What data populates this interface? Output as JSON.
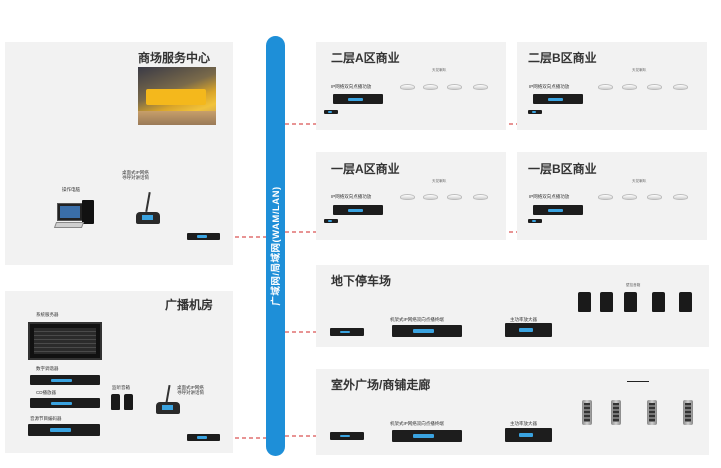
{
  "backbone": {
    "label": "广域网/局域网(WAM/LAN)",
    "color": "#1e8fd8"
  },
  "colors": {
    "pink": "#e0296e",
    "red_dash": "#d12a2a",
    "cyan": "#4aaee0",
    "green": "#2aa84f"
  },
  "service_center": {
    "title": "商场服务中心",
    "office_pc_label": "操作电脑",
    "desktop_terminal_label": "桌面式IP网络\n寻呼对讲话筒"
  },
  "broadcast_room": {
    "title": "广播机房",
    "server_label": "系统服务器",
    "tuner_label": "数字调谐器",
    "cd_label": "CD播放器",
    "audio_label": "音源节目编码器",
    "monitor_label": "监听音箱",
    "desktop_terminal_label": "桌面式IP网络\n寻呼对讲话筒"
  },
  "zones": [
    {
      "title": "二层A区商业",
      "device_label": "IP网络双向点播功放",
      "speaker_label": "天花喇叭"
    },
    {
      "title": "二层B区商业",
      "device_label": "IP网络双向点播功放",
      "speaker_label": "天花喇叭"
    },
    {
      "title": "一层A区商业",
      "device_label": "IP网络双向点播功放",
      "speaker_label": "天花喇叭"
    },
    {
      "title": "一层B区商业",
      "device_label": "IP网络双向点播功放",
      "speaker_label": "天花喇叭"
    }
  ],
  "parking": {
    "title": "地下停车场",
    "decoder_label": "机架式IP网络双向点播终端",
    "amp_label": "主功率放大器",
    "speaker_label": "壁挂音箱"
  },
  "outdoor": {
    "title": "室外广场/商铺走廊",
    "decoder_label": "机架式IP网络双向点播终端",
    "amp_label": "主功率放大器"
  }
}
